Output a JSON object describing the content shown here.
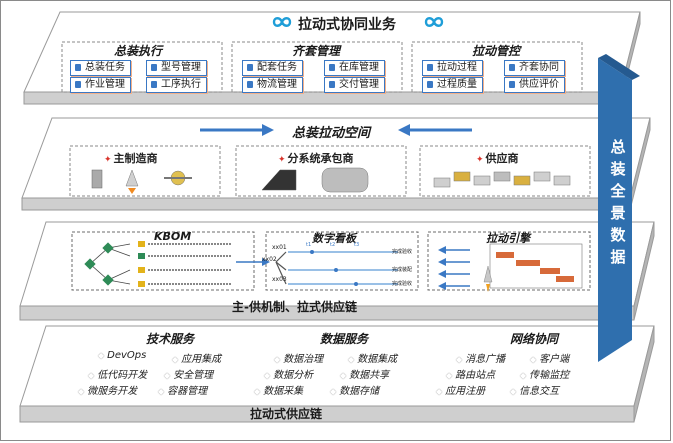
{
  "layer1": {
    "title": "拉动式协同业务",
    "groups": [
      {
        "title": "总装执行",
        "items": [
          "总装任务",
          "型号管理",
          "作业管理",
          "工序执行"
        ]
      },
      {
        "title": "齐套管理",
        "items": [
          "配套任务",
          "在库管理",
          "物流管理",
          "交付管理"
        ]
      },
      {
        "title": "拉动管控",
        "items": [
          "拉动过程",
          "齐套协同",
          "过程质量",
          "供应评价"
        ]
      }
    ]
  },
  "layer2": {
    "title": "总装拉动空间",
    "groups": [
      "主制造商",
      "分系统承包商",
      "供应商"
    ]
  },
  "layer3": {
    "panels": [
      "KBOM",
      "数字看板",
      "拉动引擎"
    ],
    "footer": "主-供机制、拉式供应链",
    "board_labels": [
      "xx01",
      "xx02",
      "xx03"
    ],
    "board_time_labels": [
      "t1",
      "t2",
      "t3"
    ],
    "board_status": [
      "完成验收",
      "完成装配",
      "完成验收"
    ]
  },
  "layer4": {
    "footer": "拉动式供应链",
    "groups": [
      {
        "title": "技术服务",
        "items": [
          "DevOps",
          "应用集成",
          "低代码开发",
          "安全管理",
          "微服务开发",
          "容器管理"
        ]
      },
      {
        "title": "数据服务",
        "items": [
          "数据治理",
          "数据集成",
          "数据分析",
          "数据共享",
          "数据采集",
          "数据存储"
        ]
      },
      {
        "title": "网络协同",
        "items": [
          "消息广播",
          "客户端",
          "路由站点",
          "传输监控",
          "应用注册",
          "信息交互"
        ]
      }
    ]
  },
  "sidebar": {
    "chars": [
      "总",
      "装",
      "全",
      "景",
      "数",
      "据"
    ]
  },
  "colors": {
    "accent_blue": "#1f62b0",
    "sidebar_blue": "#2f6fae",
    "accent_red": "#d9342b",
    "layer_fill": "#ffffff",
    "layer_side": "#c9c9c9"
  }
}
